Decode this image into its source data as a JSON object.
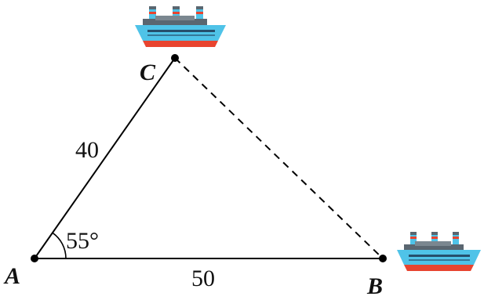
{
  "diagram": {
    "vertices": {
      "a": "A",
      "b": "B",
      "c": "C"
    },
    "side_ac": "40",
    "side_ab": "50",
    "angle_a": "55°",
    "icons": [
      "ship-icon",
      "ship-icon"
    ],
    "colors": {
      "line": "#000000",
      "ship_hull": "#4fc3e8",
      "ship_bottom": "#e8442f",
      "ship_cabin": "#5a6670",
      "ship_funnel_band": "#e8442f",
      "ship_window": "#1f3b57"
    }
  }
}
